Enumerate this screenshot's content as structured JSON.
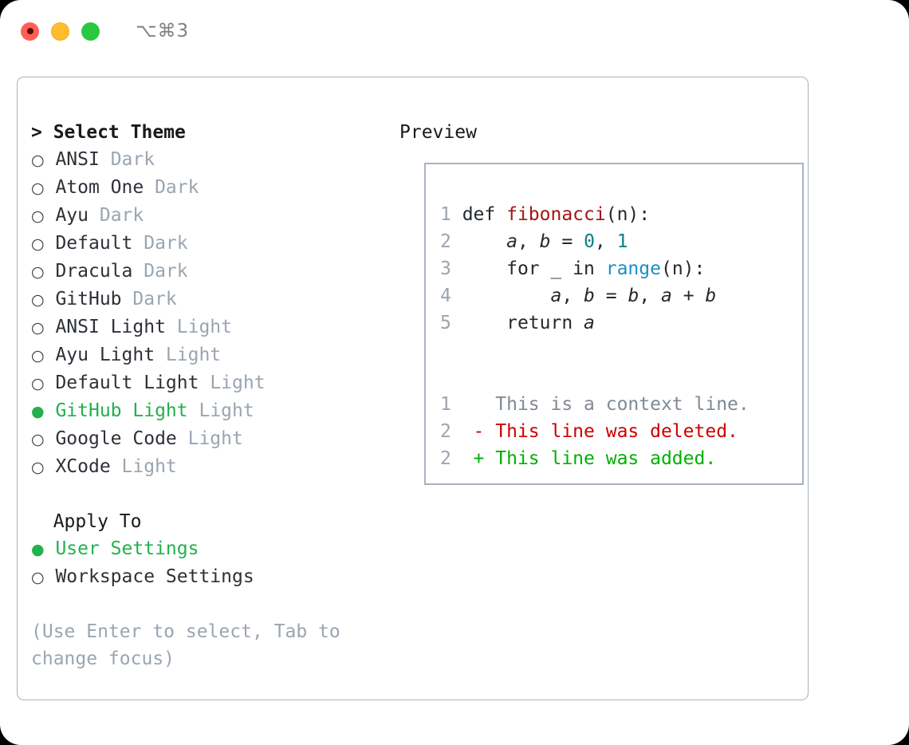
{
  "titlebar": {
    "shortcut": "⌥⌘3",
    "lights": [
      "close-recording",
      "minimize",
      "maximize"
    ]
  },
  "theme_list": {
    "header": "> Select Theme",
    "items": [
      {
        "marker": "○",
        "selected": false,
        "name": "ANSI",
        "category": "Dark"
      },
      {
        "marker": "○",
        "selected": false,
        "name": "Atom One",
        "category": "Dark"
      },
      {
        "marker": "○",
        "selected": false,
        "name": "Ayu",
        "category": "Dark"
      },
      {
        "marker": "○",
        "selected": false,
        "name": "Default",
        "category": "Dark"
      },
      {
        "marker": "○",
        "selected": false,
        "name": "Dracula",
        "category": "Dark"
      },
      {
        "marker": "○",
        "selected": false,
        "name": "GitHub",
        "category": "Dark"
      },
      {
        "marker": "○",
        "selected": false,
        "name": "ANSI Light",
        "category": "Light"
      },
      {
        "marker": "○",
        "selected": false,
        "name": "Ayu Light",
        "category": "Light"
      },
      {
        "marker": "○",
        "selected": false,
        "name": "Default Light",
        "category": "Light"
      },
      {
        "marker": "●",
        "selected": true,
        "name": "GitHub Light",
        "category": "Light"
      },
      {
        "marker": "○",
        "selected": false,
        "name": "Google Code",
        "category": "Light"
      },
      {
        "marker": "○",
        "selected": false,
        "name": "XCode",
        "category": "Light"
      }
    ]
  },
  "apply_to": {
    "header": "  Apply To",
    "items": [
      {
        "marker": "●",
        "selected": true,
        "name": "User Settings"
      },
      {
        "marker": "○",
        "selected": false,
        "name": "Workspace Settings"
      }
    ]
  },
  "hint": "(Use Enter to select, Tab to change focus)",
  "preview": {
    "header": "Preview",
    "code_lines": [
      {
        "n": "1",
        "segments": [
          {
            "t": "def ",
            "c": "plain"
          },
          {
            "t": "fibonacci",
            "c": "fn"
          },
          {
            "t": "(n):",
            "c": "plain"
          }
        ]
      },
      {
        "n": "2",
        "segments": [
          {
            "t": "    ",
            "c": "plain"
          },
          {
            "t": "a",
            "c": "var"
          },
          {
            "t": ", ",
            "c": "plain"
          },
          {
            "t": "b",
            "c": "var"
          },
          {
            "t": " = ",
            "c": "plain"
          },
          {
            "t": "0",
            "c": "num"
          },
          {
            "t": ", ",
            "c": "plain"
          },
          {
            "t": "1",
            "c": "num"
          }
        ]
      },
      {
        "n": "3",
        "segments": [
          {
            "t": "    for _ in ",
            "c": "plain"
          },
          {
            "t": "range",
            "c": "builtin"
          },
          {
            "t": "(n):",
            "c": "plain"
          }
        ]
      },
      {
        "n": "4",
        "segments": [
          {
            "t": "        ",
            "c": "plain"
          },
          {
            "t": "a",
            "c": "var"
          },
          {
            "t": ", ",
            "c": "plain"
          },
          {
            "t": "b",
            "c": "var"
          },
          {
            "t": " = ",
            "c": "plain"
          },
          {
            "t": "b",
            "c": "var"
          },
          {
            "t": ", ",
            "c": "plain"
          },
          {
            "t": "a",
            "c": "var"
          },
          {
            "t": " + ",
            "c": "plain"
          },
          {
            "t": "b",
            "c": "var"
          }
        ]
      },
      {
        "n": "5",
        "segments": [
          {
            "t": "    return ",
            "c": "plain"
          },
          {
            "t": "a",
            "c": "var"
          }
        ]
      },
      {
        "n": "",
        "segments": [
          {
            "t": "",
            "c": "plain"
          }
        ]
      },
      {
        "n": "",
        "segments": [
          {
            "t": "",
            "c": "plain"
          }
        ]
      },
      {
        "n": "1",
        "segments": [
          {
            "t": "   This is a context line.",
            "c": "ctx"
          }
        ]
      },
      {
        "n": "2",
        "segments": [
          {
            "t": " - This line was deleted.",
            "c": "del"
          }
        ]
      },
      {
        "n": "2",
        "segments": [
          {
            "t": " + This line was added.",
            "c": "add"
          }
        ]
      }
    ]
  },
  "colors": {
    "accent_green": "#22b14c",
    "muted": "#9aa5b1",
    "border": "#a8b2c0",
    "text": "#2d3138",
    "diff_add": "#00b000",
    "diff_del": "#cc0000",
    "syntax_function": "#a31515",
    "syntax_number": "#0d8080",
    "syntax_builtin": "#1a8ec4"
  }
}
